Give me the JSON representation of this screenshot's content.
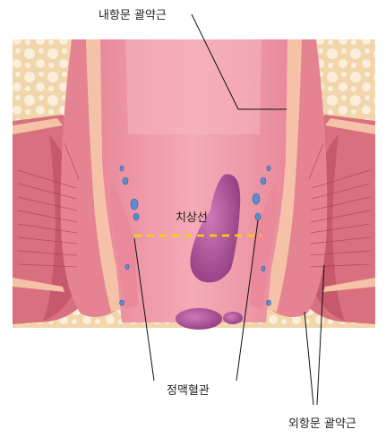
{
  "labels": {
    "internal_sphincter": "내항문 괄약근",
    "dentate_line": "치상선",
    "venous_vessels": "정맥혈관",
    "external_sphincter": "외항문 괄약근"
  },
  "colors": {
    "fat": "#f3dcb4",
    "fat_bubble": "#fbf0dc",
    "muscle": "#d96a7a",
    "muscle_dark": "#b5475a",
    "canal": "#f09aaa",
    "canal_light": "#f7c3cc",
    "hemorrhoid": "#b8559a",
    "vein": "#5b8ed1",
    "dentate_line": "#f5d400"
  }
}
